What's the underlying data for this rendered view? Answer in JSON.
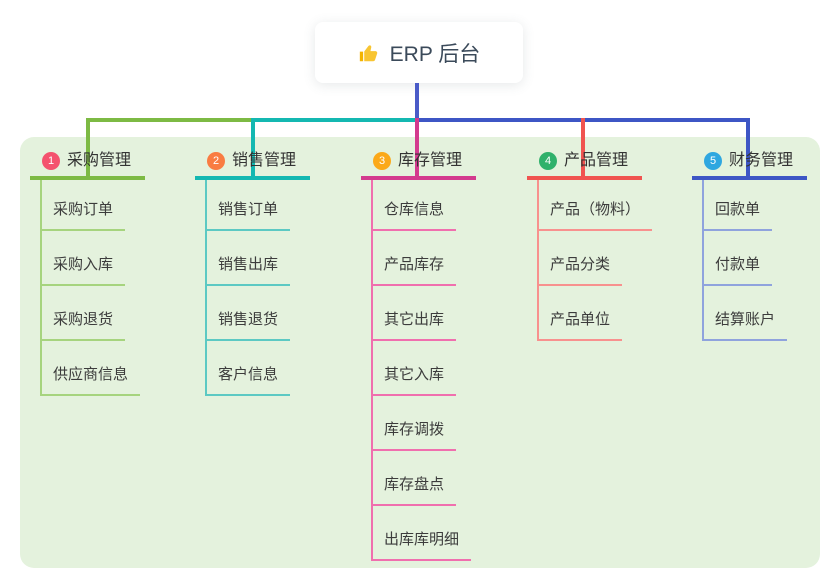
{
  "root": {
    "icon": "thumbs-up-icon",
    "title": "ERP 后台"
  },
  "canvas": {
    "background": "#FFFFFF",
    "card_background": "#E4F2DD",
    "root_stem_color": "#4A5BC8",
    "text_color": "#3C3C3C"
  },
  "branches": [
    {
      "index": "1",
      "title": "采购管理",
      "colors": {
        "badge": "#F4526E",
        "line": "#7DBA44",
        "subline": "#A6D47E"
      },
      "items": [
        "采购订单",
        "采购入库",
        "采购退货",
        "供应商信息"
      ]
    },
    {
      "index": "2",
      "title": "销售管理",
      "colors": {
        "badge": "#F97C42",
        "line": "#14B8B1",
        "subline": "#5CC9C3"
      },
      "items": [
        "销售订单",
        "销售出库",
        "销售退货",
        "客户信息"
      ]
    },
    {
      "index": "3",
      "title": "库存管理",
      "colors": {
        "badge": "#FBA919",
        "line": "#D33B8E",
        "subline": "#F06FAE"
      },
      "items": [
        "仓库信息",
        "产品库存",
        "其它出库",
        "其它入库",
        "库存调拨",
        "库存盘点",
        "出库库明细"
      ]
    },
    {
      "index": "4",
      "title": "产品管理",
      "colors": {
        "badge": "#2FB16B",
        "line": "#F05450",
        "subline": "#F8918E"
      },
      "items": [
        "产品（物料）",
        "产品分类",
        "产品单位"
      ]
    },
    {
      "index": "5",
      "title": "财务管理",
      "colors": {
        "badge": "#2FA7E0",
        "line": "#3D56C5",
        "subline": "#8FA3DD"
      },
      "items": [
        "回款单",
        "付款单",
        "结算账户"
      ]
    }
  ]
}
